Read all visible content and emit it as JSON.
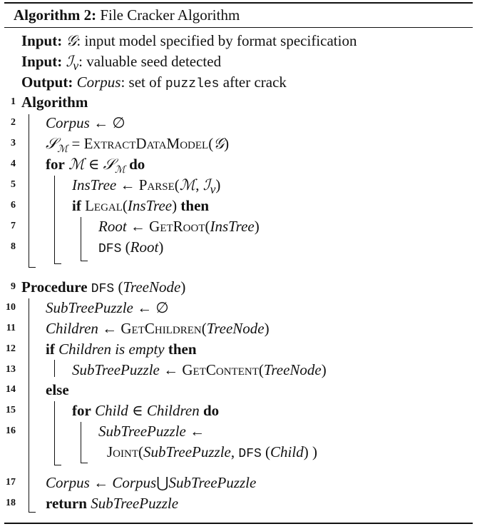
{
  "header": {
    "label": "Algorithm 2:",
    "title": "File Cracker Algorithm"
  },
  "io": {
    "input1": {
      "kw": "Input:",
      "sym": "𝒢",
      "text": ": input model specified by format specification"
    },
    "input2": {
      "kw": "Input:",
      "sym": "ℐ",
      "sub": "v",
      "text": ": valuable seed detected"
    },
    "output": {
      "kw": "Output:",
      "var": "Corpus",
      "mid": ": set of ",
      "mono": "puzzles",
      "tail": " after crack"
    }
  },
  "lines": [
    {
      "n": "1"
    },
    {
      "n": "2"
    },
    {
      "n": "3"
    },
    {
      "n": "4"
    },
    {
      "n": "5"
    },
    {
      "n": "6"
    },
    {
      "n": "7"
    },
    {
      "n": "8"
    },
    {
      "n": "9"
    },
    {
      "n": "10"
    },
    {
      "n": "11"
    },
    {
      "n": "12"
    },
    {
      "n": "13"
    },
    {
      "n": "14"
    },
    {
      "n": "15"
    },
    {
      "n": "16"
    },
    {
      "n": "17"
    },
    {
      "n": "18"
    }
  ],
  "kw": {
    "algorithm": "Algorithm",
    "for": "for",
    "do": "do",
    "if": "if",
    "then": "then",
    "procedure": "Procedure",
    "else": "else",
    "return": "return",
    "is_empty": "is empty"
  },
  "v": {
    "corpus": "Corpus",
    "instree": "InsTree",
    "root": "Root",
    "subtree": "SubTreePuzzle",
    "children": "Children",
    "child": "Child",
    "treenode": "TreeNode",
    "emptyset": "∅",
    "arrow": "←",
    "in": "∈",
    "eq": "=",
    "union": "⋃"
  },
  "f": {
    "extract": "ExtractDataModel",
    "parse": "Parse",
    "legal": "Legal",
    "getroot": "GetRoot",
    "dfs": "DFS",
    "getchildren": "GetChildren",
    "getcontent": "GetContent",
    "joint": "Joint"
  },
  "sym": {
    "G": "𝒢",
    "S": "𝒮",
    "M": "ℳ",
    "I": "ℐ",
    "sub_v": "v"
  }
}
